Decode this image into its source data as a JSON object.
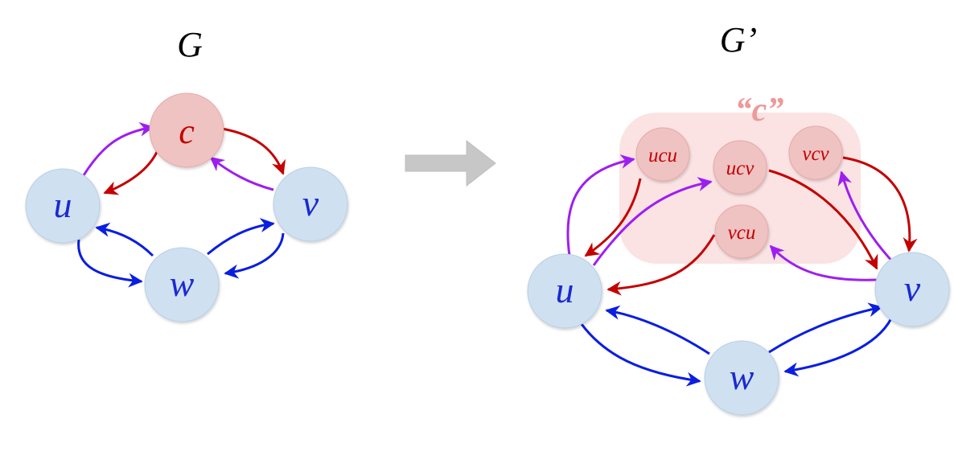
{
  "left_graph": {
    "title": "G",
    "nodes": {
      "c": "c",
      "u": "u",
      "v": "v",
      "w": "w"
    }
  },
  "right_graph": {
    "title": "G’",
    "group_label": "“c”",
    "nodes": {
      "ucu": "ucu",
      "ucv": "ucv",
      "vcv": "vcv",
      "vcu": "vcu",
      "u": "u",
      "v": "v",
      "w": "w"
    }
  },
  "colors": {
    "node_blue": "#cfe0f1",
    "node_blue_stroke": "#b8cfe6",
    "node_red": "#f0c3c3",
    "node_red_stroke": "#e6a9a9",
    "group_fill": "#fbe3e3",
    "group_label": "#ec9a9a",
    "edge_red": "#c40000",
    "edge_purple": "#9d1ff0",
    "edge_blue": "#0a1ee0",
    "label_blue": "#1a2ad0",
    "label_red": "#c40000",
    "arrow_gray": "#c7c7c7"
  }
}
